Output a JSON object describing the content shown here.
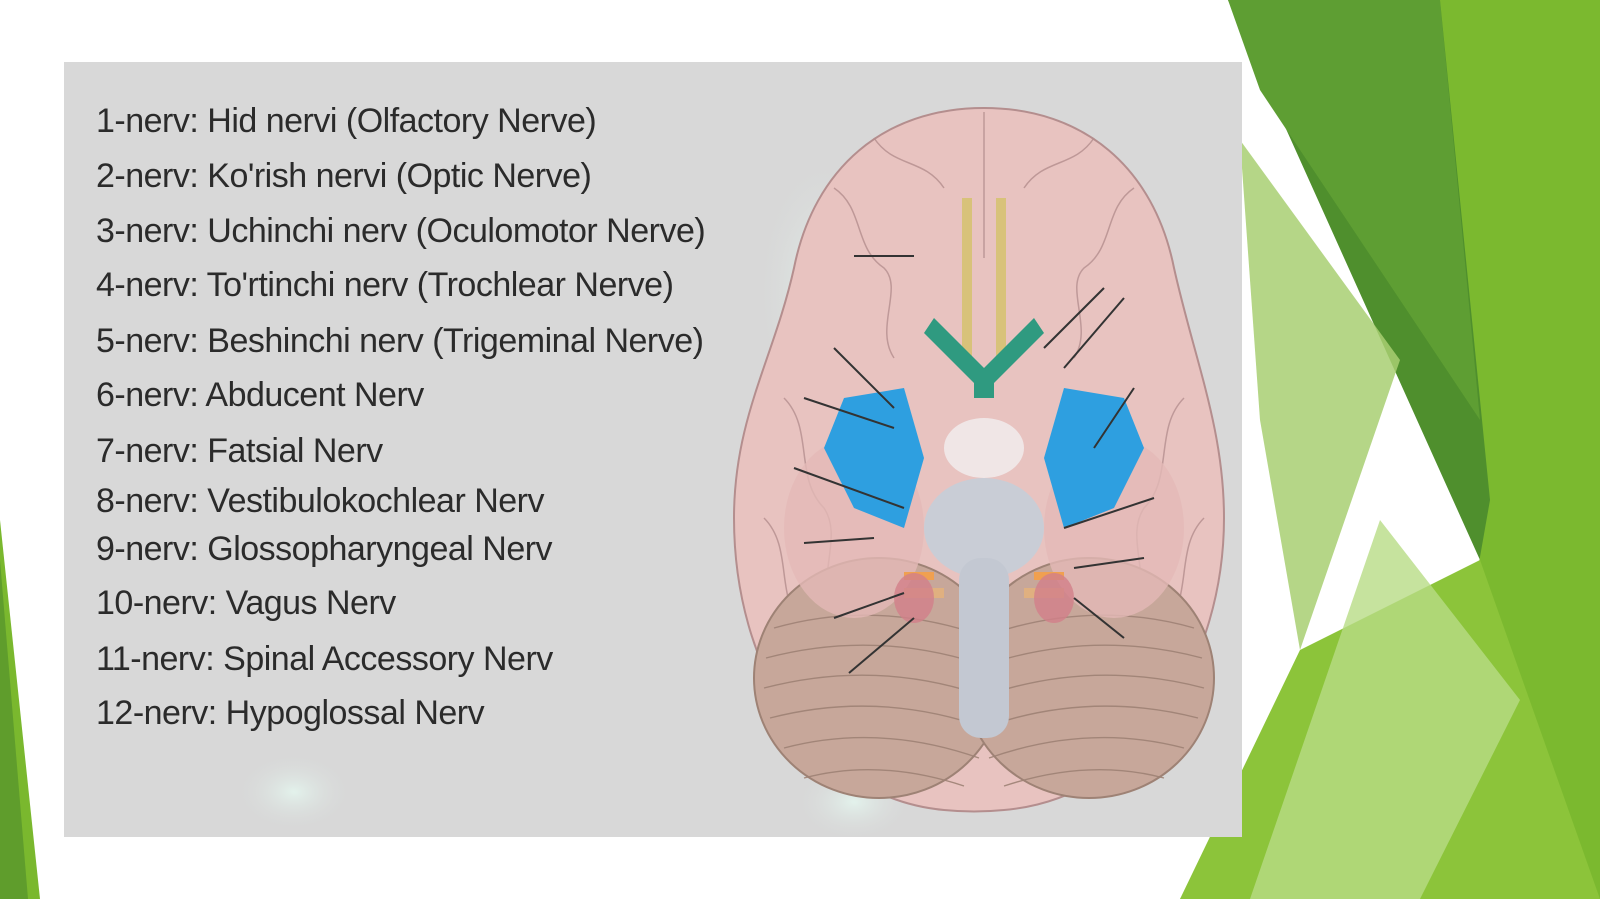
{
  "nerves": [
    "1-nerv: Hid nervi (Olfactory Nerve)",
    "2-nerv: Ko'rish nervi (Optic Nerve)",
    "3-nerv: Uchinchi nerv (Oculomotor Nerve)",
    "4-nerv: To'rtinchi nerv (Trochlear Nerve)",
    "5-nerv: Beshinchi nerv (Trigeminal Nerve)",
    "6-nerv: Abducent Nerv",
    "7-nerv: Fatsial Nerv",
    "8-nerv: Vestibulokochlear Nerv",
    "9-nerv: Glossopharyngeal Nerv",
    "10-nerv: Vagus Nerv",
    "11-nerv: Spinal Accessory Nerv",
    "12-nerv: Hypoglossal Nerv"
  ],
  "colors": {
    "panel": "#d8d8d8",
    "accent_green": "#7ab82e",
    "dark_green": "#4c8a2b",
    "light_green": "#b5d77e",
    "brain_pink": "#e8c3c0",
    "nerve_blue": "#2e9fe0",
    "nerve_teal": "#2f9a80",
    "nerve_yellow": "#d8c27a"
  }
}
